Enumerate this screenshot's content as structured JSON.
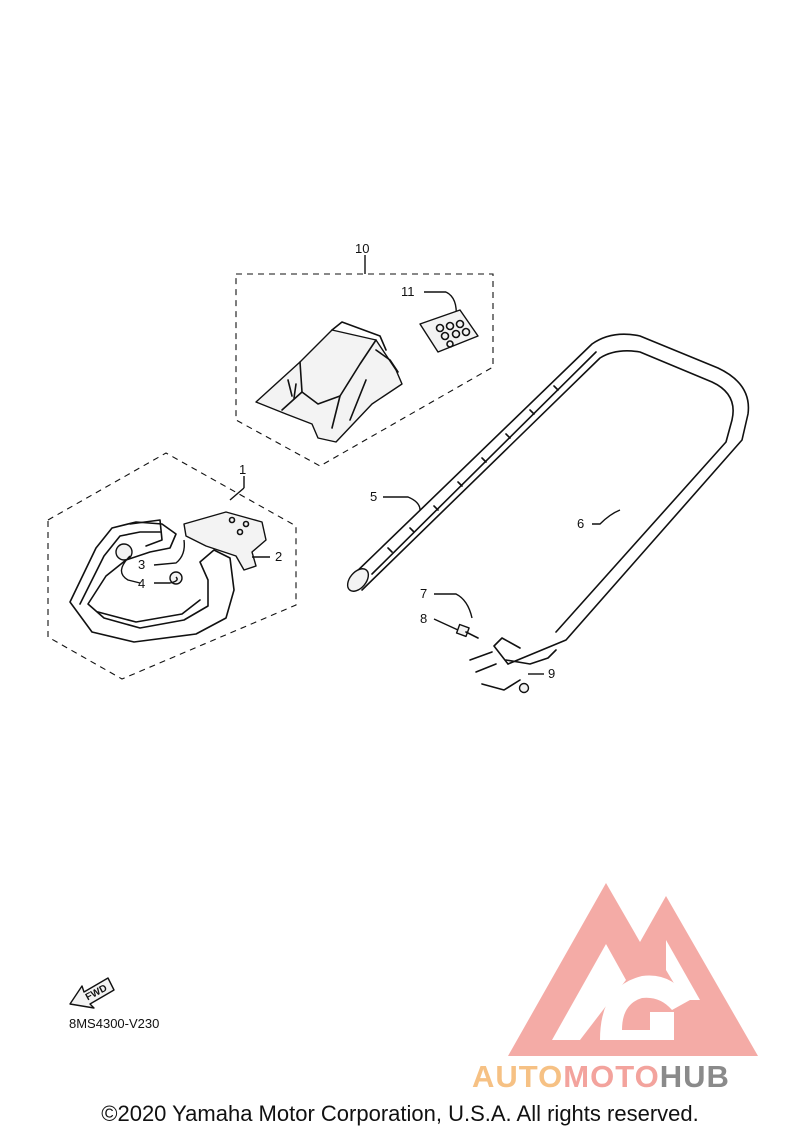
{
  "callouts": {
    "c1": "1",
    "c2": "2",
    "c3": "3",
    "c4": "4",
    "c5": "5",
    "c6": "6",
    "c7": "7",
    "c8": "8",
    "c9": "9",
    "c10": "10",
    "c11": "11"
  },
  "fwd_label": "FWD",
  "diagram_code": "8MS4300-V230",
  "brand": {
    "part1": "AUTO",
    "part2": "MOTO",
    "part3": "HUB"
  },
  "copyright": "©2020 Yamaha Motor Corporation, U.S.A. All rights reserved.",
  "colors": {
    "logo": "#f3a39d",
    "logo_accent": "#f6c184",
    "logo_gray": "#8a8a8a",
    "line": "#111111"
  }
}
